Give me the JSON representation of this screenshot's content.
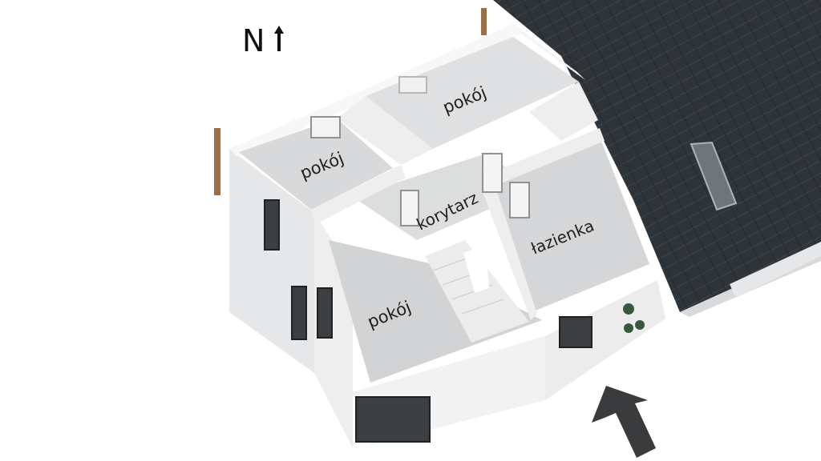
{
  "compass": {
    "letter": "N",
    "arrow": "north-arrow-icon"
  },
  "rooms": [
    {
      "id": "room-nw",
      "label": "pokój"
    },
    {
      "id": "room-ne",
      "label": "pokój"
    },
    {
      "id": "hallway",
      "label": "korytarz"
    },
    {
      "id": "bathroom",
      "label": "łazienka"
    },
    {
      "id": "room-sw",
      "label": "pokój"
    }
  ],
  "entrance": {
    "icon": "entrance-arrow-icon"
  },
  "colors": {
    "roof": "#2e3338",
    "wall_outer": "#e9eaeb",
    "wall_top": "#f7f7f7",
    "floor": "#d6d7d8",
    "beam": "#9a7048",
    "arrow": "#3a3b3c"
  }
}
